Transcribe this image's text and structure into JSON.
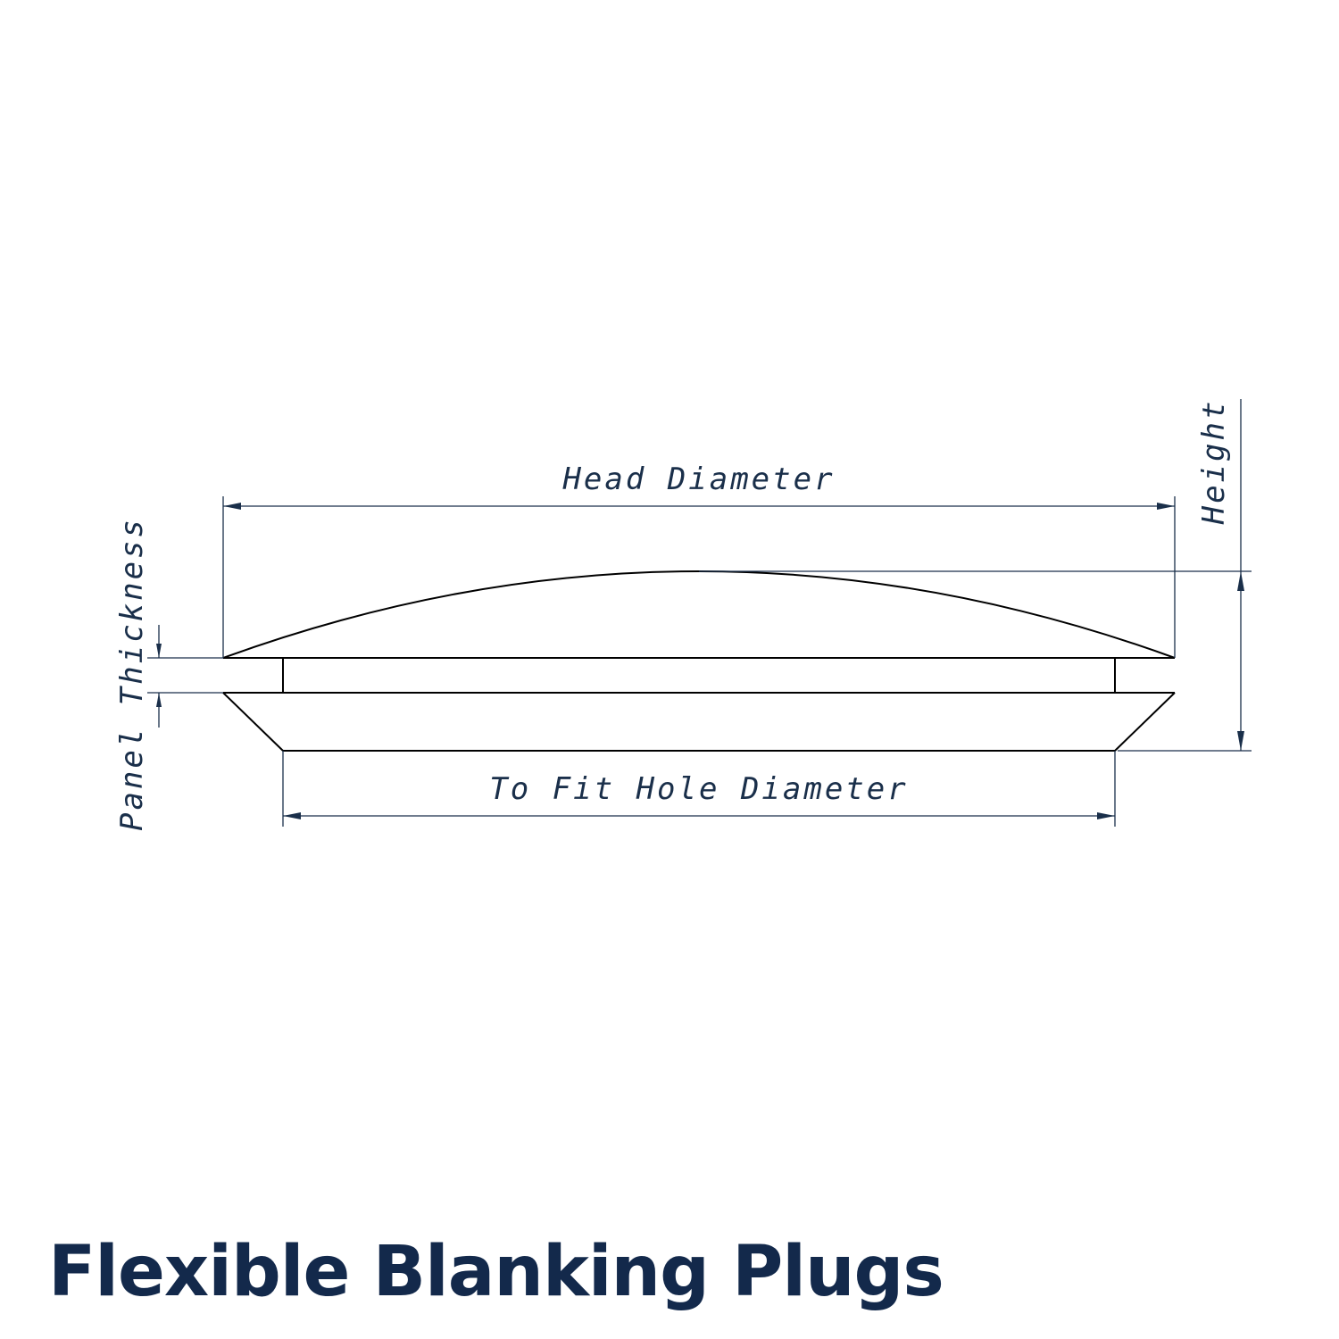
{
  "title": "Flexible Blanking Plugs",
  "labels": {
    "head_diameter": "Head Diameter",
    "height": "Height",
    "panel_thickness": "Panel Thickness",
    "hole_diameter": "To Fit Hole Diameter"
  },
  "colors": {
    "title": "#13294b",
    "dimension": "#1a2f4a",
    "outline": "#000000"
  }
}
